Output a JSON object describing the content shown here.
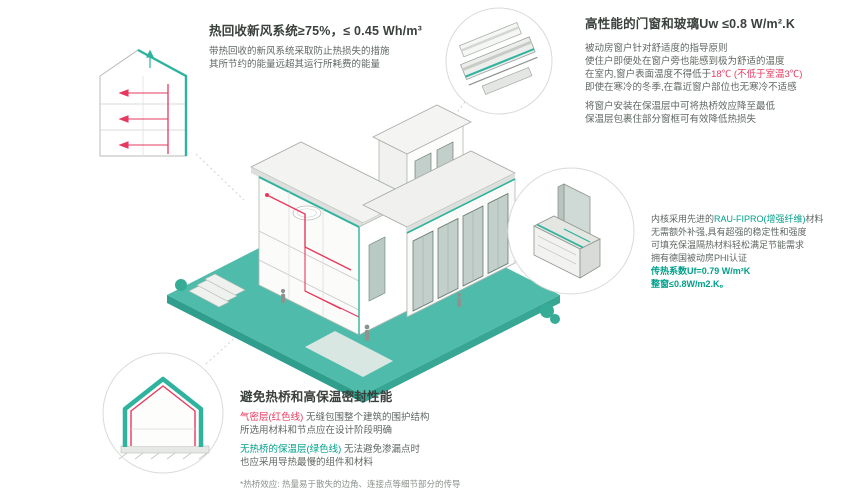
{
  "colors": {
    "teal_text": "#00a08b",
    "teal_graphic": "#2fb29e",
    "ground_teal": "#4fbcab",
    "red": "#e6395f",
    "dark_text": "#3a403c",
    "gray_text": "#5f6762"
  },
  "sections": {
    "ventilation": {
      "title_main": "热回收新风系统≥75%，",
      "title_value": "≤ 0.45 Wh/m³",
      "line1": "带热回收的新风系统采取防止热损失的措施",
      "line2": "其所节约的能量远超其运行所耗费的能量"
    },
    "windows": {
      "title_main": "高性能的门窗和玻璃Uw ",
      "title_value": "≤0.8 W/m².K",
      "line1": "被动房窗户针对舒适度的指导原则",
      "line2": "使住户即便处在窗户旁也能感到极为舒适的温度",
      "line3_pre": "在室内,窗户表面温度不得低于",
      "line3_red": "18℃ (不低于室温3℃)",
      "line4": "即使在寒冷的冬季,在靠近窗户部位也无寒冷不适感",
      "line5": "将窗户安装在保温层中可将热桥效应降至最低",
      "line6": "保温层包裹住部分窗框可有效降低热损失"
    },
    "profile": {
      "line1_pre": "内核采用先进的",
      "line1_teal": "RAU-FIPRO(增强纤维)",
      "line1_post": "材料",
      "line2": "无需额外补强,具有超强的稳定性和强度",
      "line3": "可填充保温隔热材料轻松满足节能需求",
      "line4": "拥有德国被动房PHI认证",
      "line5": "传热系数Uf=0.79 W/m²K",
      "line6": "整窗≤0.8W/m2.K。"
    },
    "thermal": {
      "title": "避免热桥和高保温密封性能",
      "line1_red": "气密层(红色线)",
      "line1_rest": " 无缝包围整个建筑的围护结构",
      "line2": "所选用材料和节点应在设计阶段明确",
      "line3_teal": "无热桥的保温层(绿色线)",
      "line3_rest": " 无法避免渗漏点时",
      "line4": "也应采用导热最慢的组件和材料",
      "footnote": "*热桥效应: 热量易于散失的边角、连接点等细节部分的传导"
    }
  },
  "illustrations": {
    "top_left": "multi-storey-section-with-ventilation-arrows",
    "top_right": "window-frame-corner-detail",
    "middle_right": "window-profile-3d-cutaway",
    "bottom_left": "gable-house-insulation-section",
    "center": "isometric-passive-house-model"
  }
}
